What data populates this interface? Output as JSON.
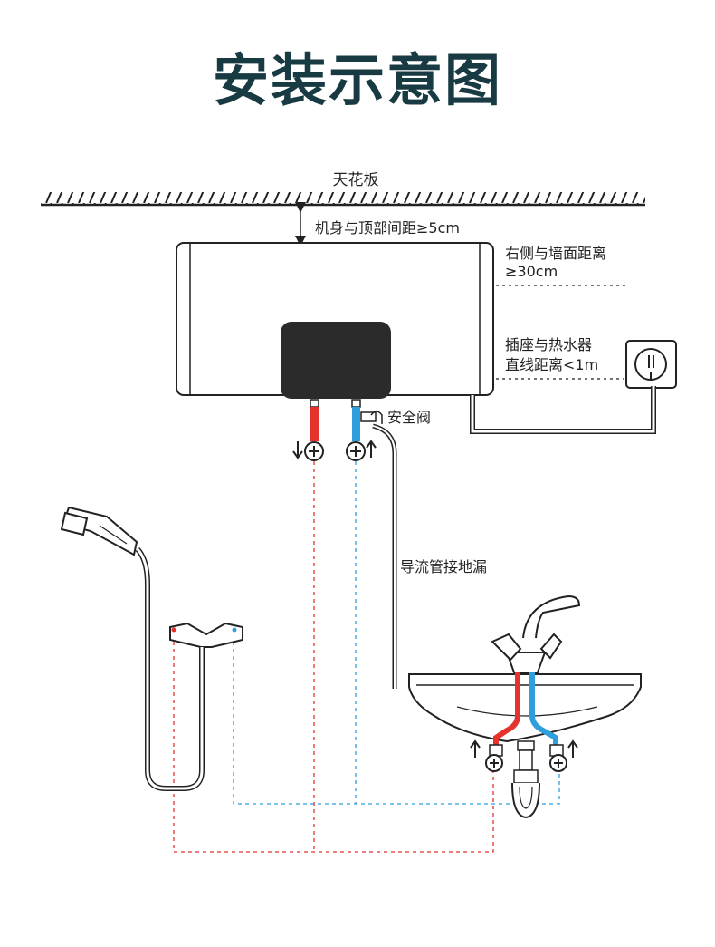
{
  "title": "安装示意图",
  "labels": {
    "ceiling": "天花板",
    "top_gap": "机身与顶部间距≥5cm",
    "right_gap_line1": "右侧与墙面距离",
    "right_gap_line2": "≥30cm",
    "socket_line1": "插座与热水器",
    "socket_line2": "直线距离<1m",
    "safety_valve": "安全阀",
    "drain_pipe": "导流管接地漏"
  },
  "colors": {
    "title": "#183a43",
    "hot": "#e5322d",
    "cold": "#2e9fdc",
    "heater_panel": "#2b2b2b"
  }
}
